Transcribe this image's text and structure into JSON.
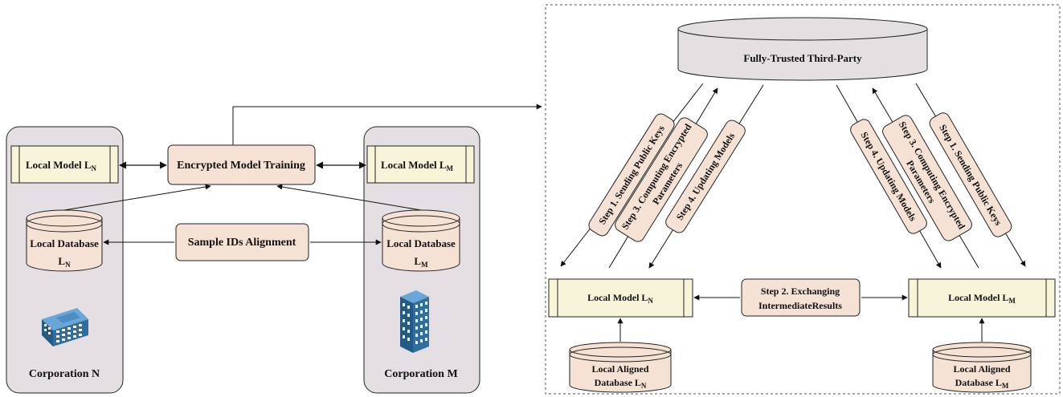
{
  "corp_n": {
    "model_label": "Local Model L",
    "model_sub": "N",
    "db_label_1": "Local Database",
    "db_label_2": "L",
    "db_sub": "N",
    "name": "Corporation N"
  },
  "corp_m": {
    "model_label": "Local Model L",
    "model_sub": "M",
    "db_label_1": "Local Database",
    "db_label_2": "L",
    "db_sub": "M",
    "name": "Corporation M"
  },
  "center": {
    "training": "Encrypted Model Training",
    "alignment": "Sample IDs Alignment"
  },
  "third_party": {
    "label": "Fully-Trusted Third-Party"
  },
  "left_steps": {
    "step1": "Step 1. Sending Public Keys",
    "step3_line1": "Step 3. Computing Encrypted",
    "step3_line2": "Parameters",
    "step4": "Step 4. Updating Models"
  },
  "right_steps": {
    "step4": "Step 4. Updating Models",
    "step3_line1": "Step 3. Computing Encrypted",
    "step3_line2": "Parameters",
    "step1": "Step 1. Sending Public Keys"
  },
  "exchange": {
    "line1": "Step 2. Exchanging",
    "line2": "IntermediateResults"
  },
  "right_models": {
    "n_label": "Local Model L",
    "n_sub": "N",
    "m_label": "Local Model L",
    "m_sub": "M"
  },
  "right_dbs": {
    "n_line1": "Local Aligned",
    "n_line2": "Database L",
    "n_sub": "N",
    "m_line1": "Local Aligned",
    "m_line2": "Database L",
    "m_sub": "M"
  },
  "colors": {
    "panel": "#e3dfe2",
    "model": "#f7f4da",
    "node": "#f6e2d5",
    "database": "#f6e2d5",
    "third_party": "#e4e0e2",
    "building": "#2f6f9f"
  }
}
